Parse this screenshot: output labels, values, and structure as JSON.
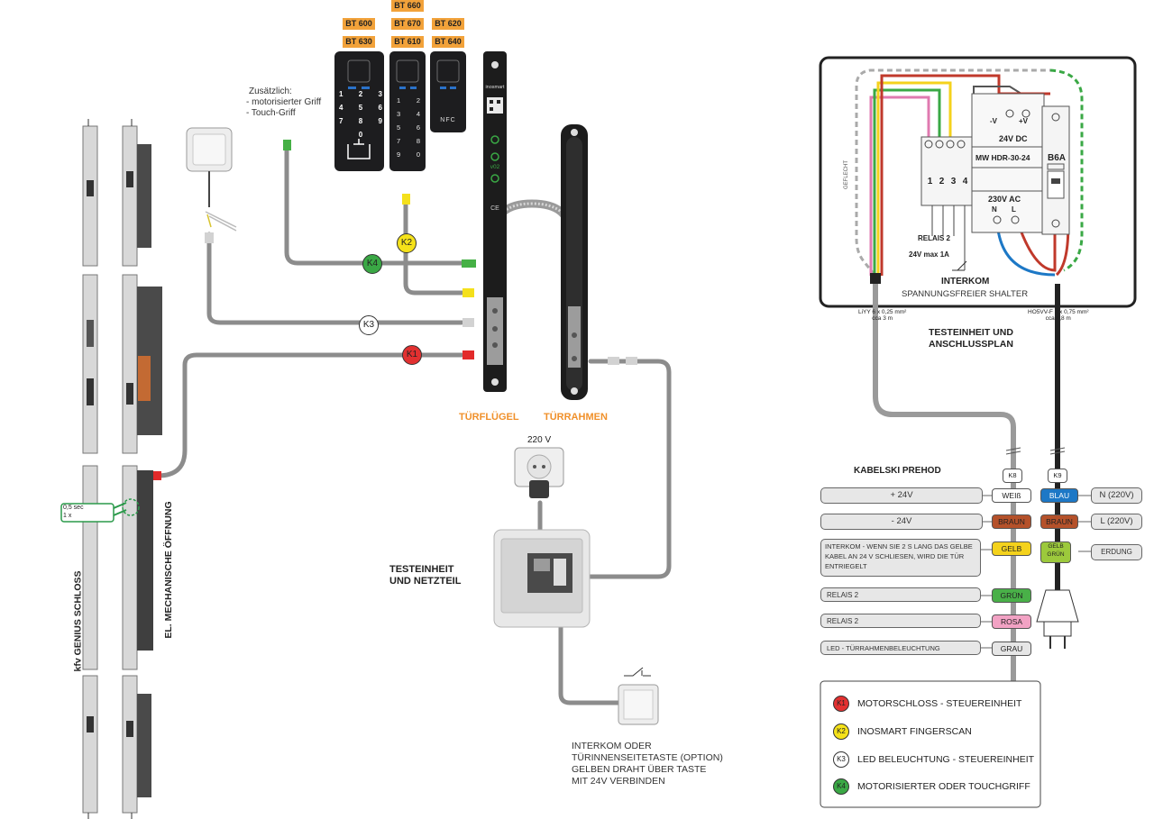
{
  "bt_models": {
    "row0": "BT 660",
    "row1": [
      "BT 600",
      "BT 670",
      "BT 620"
    ],
    "row2": [
      "BT 630",
      "BT 610",
      "BT 640"
    ]
  },
  "keypad": {
    "keys": [
      "1",
      "2",
      "3",
      "4",
      "5",
      "6",
      "7",
      "8",
      "9",
      "0"
    ],
    "mid_keys": [
      "1",
      "2",
      "3",
      "4",
      "5",
      "6",
      "7",
      "8",
      "9",
      "0"
    ],
    "nfc": "NFC",
    "inosmart": "inosmart",
    "version": "v02",
    "ce": "CE"
  },
  "notes": {
    "zusatzlich": [
      "Zusätzlich:",
      "- motorisierter Griff",
      "- Touch-Griff"
    ],
    "tur_flugel": "TÜRFLÜGEL",
    "tur_rahmen": "TÜRRAHMEN",
    "v220": "220 V",
    "testeinheit_netzteil": [
      "TESTEINHEIT",
      "UND NETZTEIL"
    ],
    "interkom_taste": [
      "INTERKOM ODER",
      "TÜRINNENSEITETASTE (OPTION)",
      "GELBEN DRAHT ÜBER TASTE",
      "MIT 24V VERBINDEN"
    ],
    "lock_label": "kfv GENIUS SCHLOSS",
    "mech_opening": "EL. MECHANISCHE ÖFFNUNG",
    "timer": [
      "0,5 sec",
      "1 x"
    ]
  },
  "k_labels": [
    "K1",
    "K2",
    "K3",
    "K4"
  ],
  "panel": {
    "gefleht": "GEFLECHT",
    "psu_model": "MW HDR-30-24",
    "dc_label": "24V DC",
    "v_minus": "-V",
    "v_plus": "+V",
    "ac_label": "230V AC",
    "n": "N",
    "l": "L",
    "breaker": "B6A",
    "terminals": [
      "1",
      "2",
      "3",
      "4"
    ],
    "relais": "RELAIS 2",
    "relais_spec": "24V max 1A",
    "interkom": "INTERKOM",
    "switch": "SPANNUNGSFREIER SHALTER",
    "cable_left": [
      "LiYY 6 x 0,25 mm²",
      "cca 3 m"
    ],
    "cable_right": [
      "HO5VV-F 3 x 0,75 mm²",
      "cca 1,8 m"
    ],
    "title": [
      "TESTEINHEIT UND",
      "ANSCHLUSSPLAN"
    ]
  },
  "kabel": {
    "title": "KABELSKI PREHOD",
    "k8": "K8",
    "k9": "K9",
    "left_rows": [
      {
        "text": "+ 24V",
        "tag": "WEIß",
        "color": "#ffffff"
      },
      {
        "text": "- 24V",
        "tag": "BRAUN",
        "color": "#b5512a"
      },
      {
        "text": "INTERKOM - WENN SIE 2 S LANG DAS GELBE KABEL AN 24 V SCHLIESEN, WIRD DIE TÜR ENTRIEGELT",
        "tag": "GELB",
        "color": "#f4d21c"
      },
      {
        "text": "RELAIS 2",
        "tag": "GRÜN",
        "color": "#49b048"
      },
      {
        "text": "RELAIS 2",
        "tag": "ROSA",
        "color": "#f2a2c4"
      },
      {
        "text": "LED - TÜRRAHMENBELEUCHTUNG",
        "tag": "GRAU",
        "color": "#bdbdbd"
      }
    ],
    "right_rows": [
      {
        "tag": "BLAU",
        "color": "#1d78c6",
        "text": "N (220V)"
      },
      {
        "tag": "BRAUN",
        "color": "#b5512a",
        "text": "L (220V)"
      },
      {
        "tag": "GELB GRÜN",
        "color": "#9cc93c",
        "text": "ERDUNG"
      }
    ]
  },
  "legend": [
    {
      "k": "K1",
      "color": "#e23030",
      "text": "MOTORSCHLOSS - STEUEREINHEIT"
    },
    {
      "k": "K2",
      "color": "#f5e21a",
      "text": "INOSMART FINGERSCAN"
    },
    {
      "k": "K3",
      "color": "#ffffff",
      "text": "LED BELEUCHTUNG - STEUEREINHEIT"
    },
    {
      "k": "K4",
      "color": "#3aa845",
      "text": "MOTORISIERTER ODER TOUCHGRIFF"
    }
  ]
}
